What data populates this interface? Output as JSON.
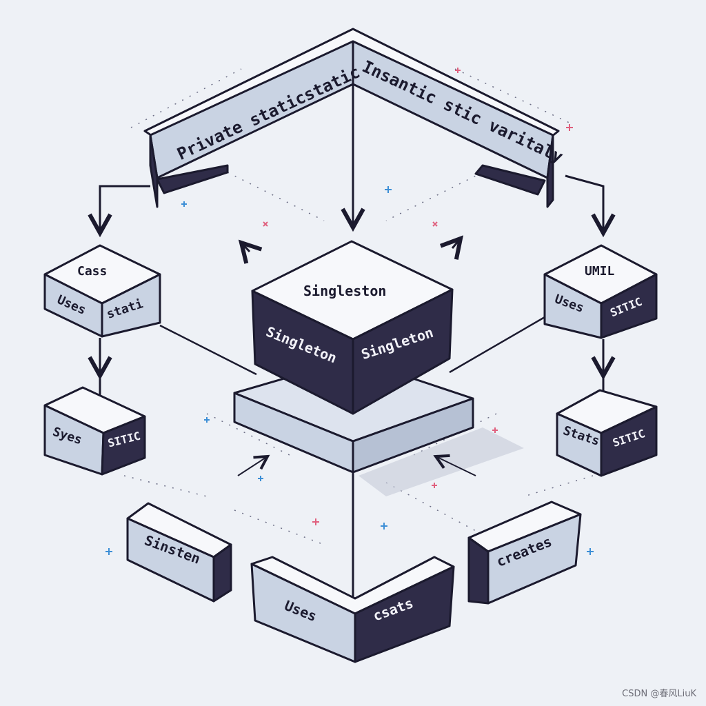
{
  "colors": {
    "background": "#eef1f6",
    "box_light": "#c9d3e3",
    "box_dark": "#2f2c48",
    "box_top": "#f7f8fb",
    "outline": "#1b1a2e",
    "accent_pink": "#e0607e",
    "accent_blue": "#3d8fd6"
  },
  "top_bar": {
    "left_text": "Private staticstatic",
    "right_text": "Insantic stic varitaly"
  },
  "center_box": {
    "top": "Singleston",
    "front_left": "Singleton",
    "front_right": "Singleton"
  },
  "left_upper_box": {
    "top": "Cass",
    "front": "Uses",
    "side": "stati"
  },
  "right_upper_box": {
    "top": "UMIL",
    "front": "Uses",
    "side": "SITIC"
  },
  "left_lower_box": {
    "front": "Syes",
    "side": "SITIC"
  },
  "right_lower_box": {
    "front": "Stats",
    "side": "SITIC"
  },
  "bottom_left_box": {
    "text": "Sinsten"
  },
  "bottom_center_box": {
    "left": "Uses",
    "right": "csats"
  },
  "bottom_right_box": {
    "text": "creates"
  },
  "watermark": "CSDN @春风LiuK",
  "icons": [
    "arrow-icon",
    "plus-sparkle-icon"
  ]
}
